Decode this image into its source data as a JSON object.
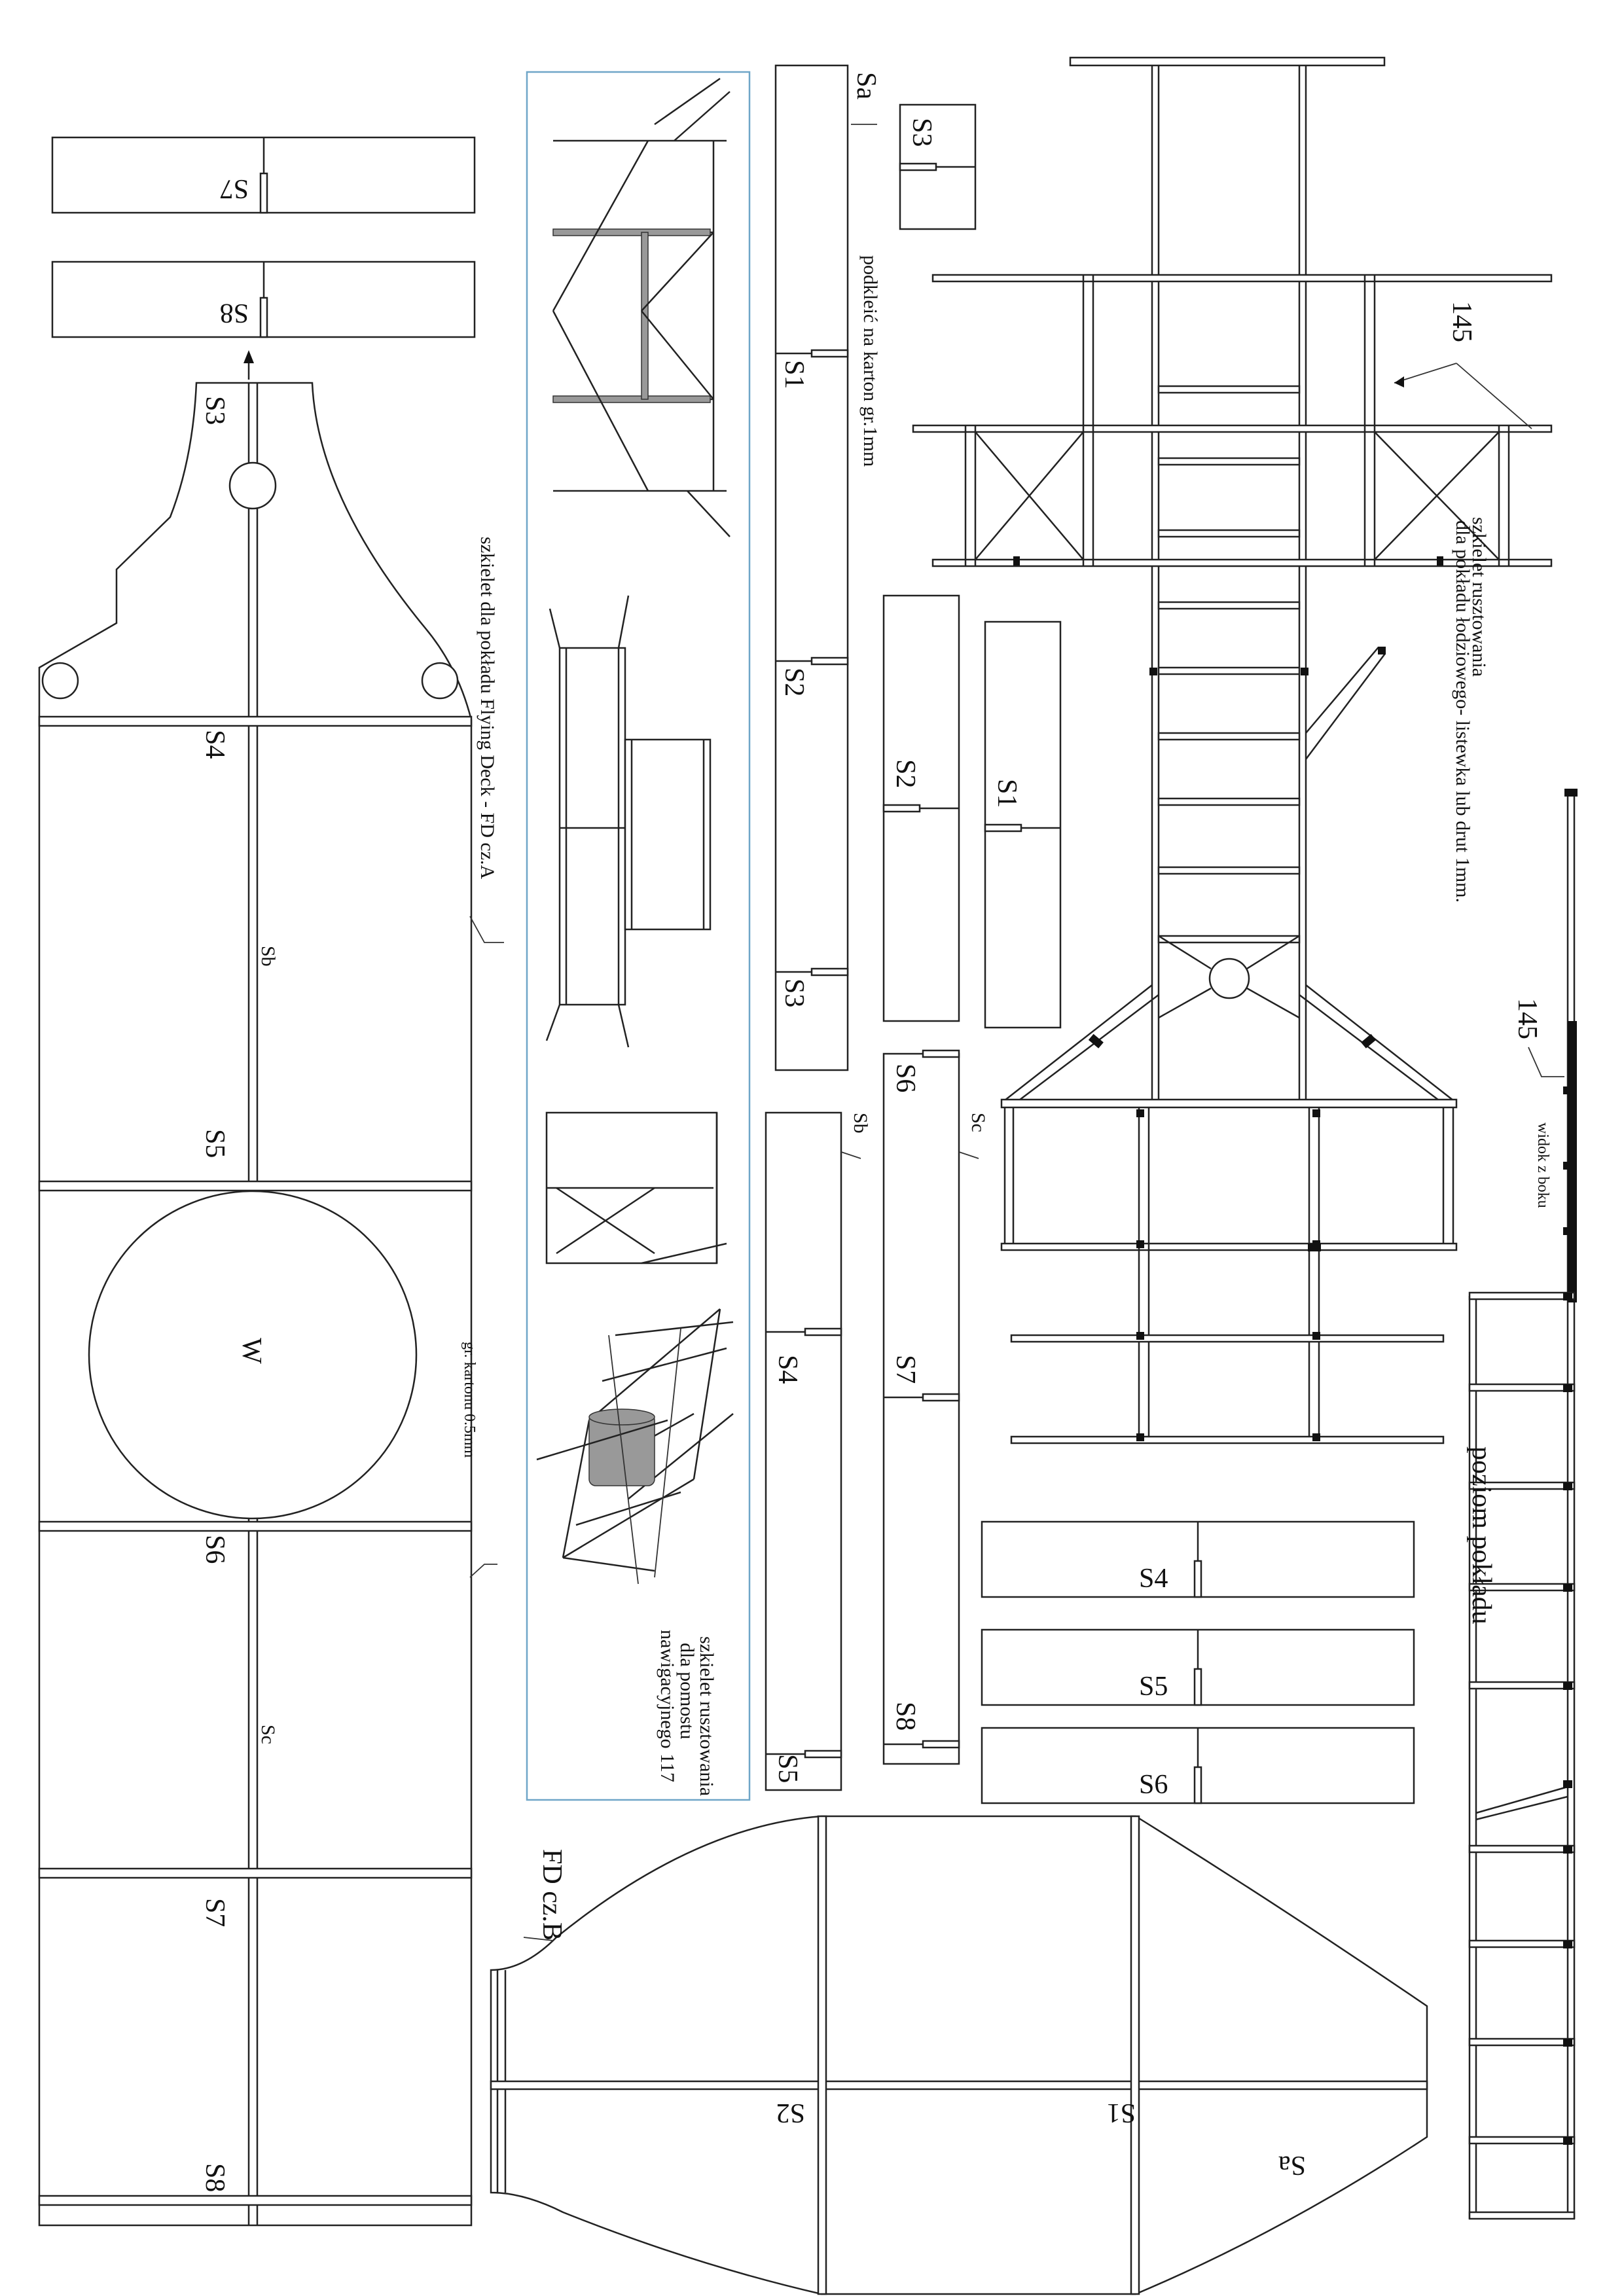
{
  "flying_deck": {
    "title": "szkielet dla  pokładu Flying Deck - FD cz.A",
    "thickness": "gr. kartonu 0.5mm",
    "labels": {
      "s3": "S3",
      "s4": "S4",
      "s5": "S5",
      "s6": "S6",
      "s7": "S7",
      "s8": "S8",
      "sb": "Sb",
      "sc": "Sc",
      "w": "W"
    }
  },
  "fd_b": {
    "title": "FD cz.B",
    "labels": {
      "s1": "S1",
      "s2": "S2",
      "sa": "Sa"
    }
  },
  "top_strips": {
    "s7": "S7",
    "s8": "S8"
  },
  "nav_bridge": {
    "caption": [
      "szkielet rusztowania",
      "dla pomostu",
      "nawigacyjnego 117"
    ]
  },
  "sa_strip": {
    "tag": "Sa",
    "note": "podkleić na karton gr.1mm",
    "slots": {
      "s1": "S1",
      "s2": "S2",
      "s3": "S3"
    }
  },
  "small_parts": {
    "s3": "S3",
    "s2": "S2",
    "s1": "S1"
  },
  "sb_strip": {
    "tag": "Sb",
    "slots": {
      "s4": "S4",
      "s5": "S5"
    }
  },
  "sc_strip": {
    "tag": "Sc",
    "slots": {
      "s6": "S6",
      "s7": "S7",
      "s8": "S8"
    }
  },
  "bottom_parts": {
    "s4": "S4",
    "s5": "S5",
    "s6": "S6"
  },
  "boat_deck": {
    "caption": [
      "szkielet rusztowania",
      "dla pokładu łodziowego- listewka lub drut 1mm."
    ],
    "ref": "145"
  },
  "side_view": {
    "ref": "145",
    "label": "widok z boku",
    "deck_level": "poziom pokładu"
  }
}
